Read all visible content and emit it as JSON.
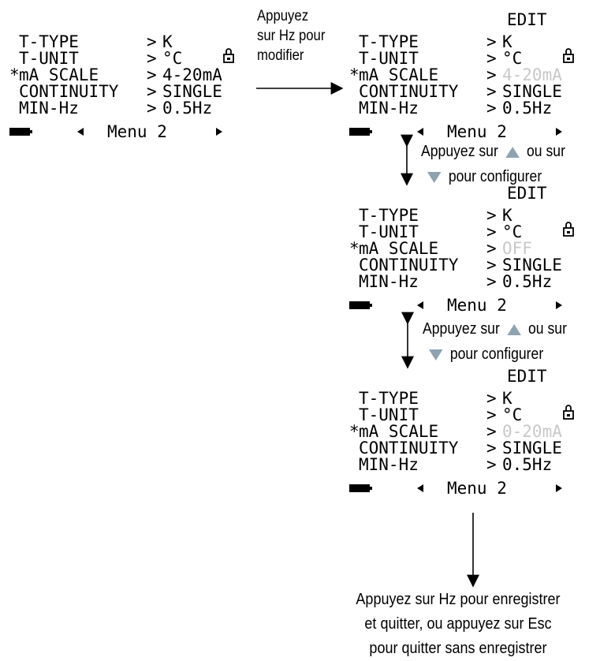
{
  "lcd": {
    "edit_label": "EDIT",
    "rows": [
      {
        "marker": " ",
        "label": "T-TYPE",
        "sep": ">",
        "value": "K"
      },
      {
        "marker": " ",
        "label": "T-UNIT",
        "sep": ">",
        "value": "°C"
      },
      {
        "marker": "*",
        "label": "mA SCALE",
        "sep": ">",
        "value": ""
      },
      {
        "marker": " ",
        "label": "CONTINUITY",
        "sep": ">",
        "value": "SINGLE"
      },
      {
        "marker": " ",
        "label": "MIN-Hz",
        "sep": ">",
        "value": "0.5Hz"
      }
    ],
    "menu_label": "Menu 2",
    "lock_icon": "lock-icon",
    "battery_icon": "battery-icon"
  },
  "screens": [
    {
      "edit": false,
      "scale_value": "4-20mA",
      "highlight": false
    },
    {
      "edit": true,
      "scale_value": "4-20mA",
      "highlight": true
    },
    {
      "edit": true,
      "scale_value": "OFF",
      "highlight": true
    },
    {
      "edit": true,
      "scale_value": "0-20mA",
      "highlight": true
    }
  ],
  "captions": {
    "press_hz_line1": "Appuyez",
    "press_hz_line2": "sur Hz pour",
    "press_hz_line3": "modifier",
    "configure_a_pre": "Appuyez sur",
    "configure_a_post": "ou sur",
    "configure_b_post": "pour configurer",
    "configure2_a_pre": "Appuyez sur",
    "configure2_a_post": "ou sur",
    "configure2_b_post": "pour configurer",
    "final_line1": "Appuyez sur Hz pour enregistrer",
    "final_line2": "et quitter, ou appuyez sur Esc",
    "final_line3": "pour quitter sans enregistrer"
  },
  "colors": {
    "dim_text": "#c8c8c8",
    "triangle": "#8ea3b0"
  }
}
